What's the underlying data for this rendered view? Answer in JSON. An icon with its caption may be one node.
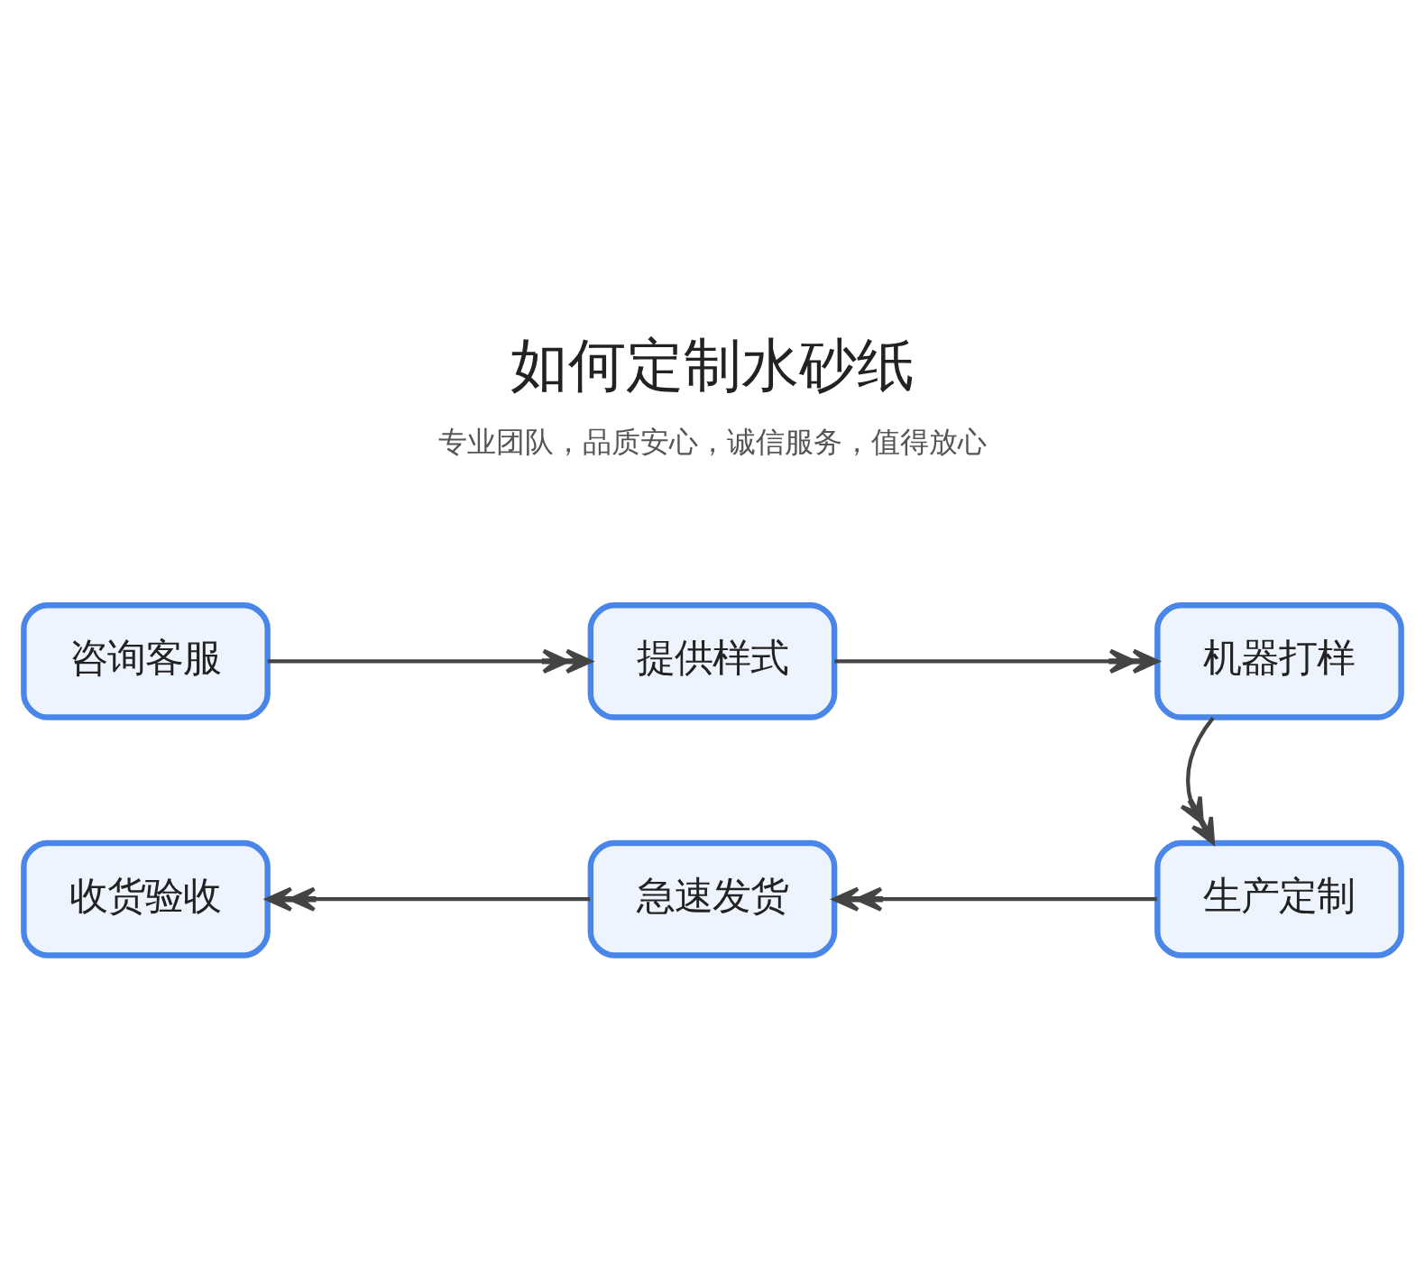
{
  "diagram": {
    "title": "如何定制水砂纸",
    "nodes": [
      {
        "text": [
          "咨询客服"
        ]
      },
      {
        "text": [
          "提供样式"
        ]
      },
      {
        "text": [
          "机器打样"
        ]
      },
      {
        "text": [
          "收货验收"
        ]
      },
      {
        "text": [
          "急速发货"
        ]
      },
      {
        "text": [
          "生产定制"
        ]
      }
    ],
    "edges": [
      {
        "from": 0,
        "to": 1,
        "arrow": "to"
      },
      {
        "from": 1,
        "to": 2,
        "arrow": "to"
      },
      {
        "from": 2,
        "to": 5,
        "arrow": "to"
      },
      {
        "from": 5,
        "to": 4,
        "arrow": "to"
      },
      {
        "from": 4,
        "to": 3,
        "arrow": "to"
      }
    ],
    "labels": [
      "专业团队，品质安心，诚信服务，值得放心"
    ]
  }
}
